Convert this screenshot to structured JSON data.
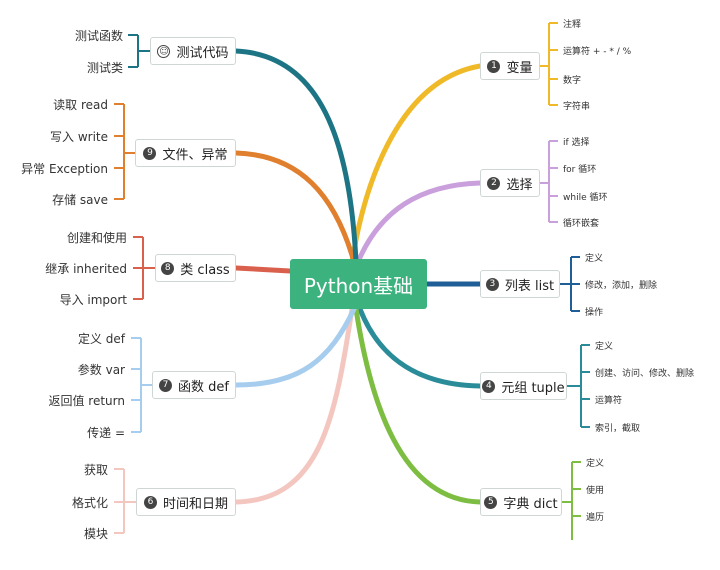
{
  "root": {
    "label": "Python基础"
  },
  "branches": {
    "b1": {
      "num": "1",
      "label": "变量",
      "color": "#f0b928",
      "items": [
        "注释",
        "运算符 + - * / %",
        "数字",
        "字符串"
      ]
    },
    "b2": {
      "num": "2",
      "label": "选择",
      "color": "#c9a0dc",
      "items": [
        "if 选择",
        "for 循环",
        "while 循环",
        "循环嵌套"
      ]
    },
    "b3": {
      "num": "3",
      "label": "列表 list",
      "color": "#1f5e96",
      "items": [
        "定义",
        "修改，添加，删除",
        "操作"
      ]
    },
    "b4": {
      "num": "4",
      "label": "元组 tuple",
      "color": "#2a8c99",
      "items": [
        "定义",
        "创建、访问、修改、删除",
        "运算符",
        "索引，截取"
      ]
    },
    "b5": {
      "num": "5",
      "label": "字典 dict",
      "color": "#7cbd42",
      "items": [
        "定义",
        "使用",
        "遍历"
      ]
    },
    "b6": {
      "num": "6",
      "label": "时间和日期",
      "color": "#f4c6c0",
      "items": [
        "获取",
        "格式化",
        "模块"
      ]
    },
    "b7": {
      "num": "7",
      "label": "函数 def",
      "color": "#a7cdee",
      "items": [
        "定义 def",
        "参数 var",
        "返回值 return",
        "传递 ="
      ]
    },
    "b8": {
      "num": "8",
      "label": "类 class",
      "color": "#d9604c",
      "items": [
        "创建和使用",
        "继承 inherited",
        "导入 import"
      ]
    },
    "b9": {
      "num": "9",
      "label": "文件、异常",
      "color": "#e07f2e",
      "items": [
        "读取 read",
        "写入 write",
        "异常 Exception",
        "存储 save"
      ]
    },
    "b0": {
      "icon": "smile-icon",
      "label": "测试代码",
      "color": "#1d7485",
      "items": [
        "测试函数",
        "测试类"
      ]
    }
  }
}
